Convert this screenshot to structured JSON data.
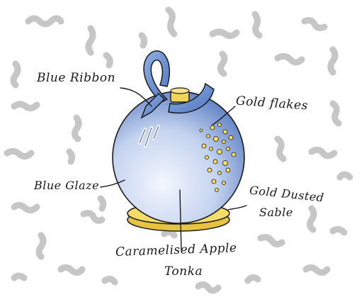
{
  "labels": {
    "blue_ribbon": "Blue Ribbon",
    "gold_flakes": "Gold flakes",
    "blue_glaze": "Blue Glaze",
    "gold_dusted_sable_line1": "Gold Dusted",
    "gold_dusted_sable_line2": "Sable",
    "caramelised_apple_line1": "Caramelised Apple",
    "caramelised_apple_line2": "Tonka"
  },
  "colors": {
    "background": "#ffffff",
    "squiggles": "#c2c2c2",
    "glaze_light": "#eef3fb",
    "glaze_mid": "#aac0e6",
    "glaze_dark": "#5d7fc4",
    "ribbon": "#6f95d3",
    "gold": "#f1d55a",
    "gold_dark": "#c9a82c",
    "ink": "#1a1a1a"
  }
}
